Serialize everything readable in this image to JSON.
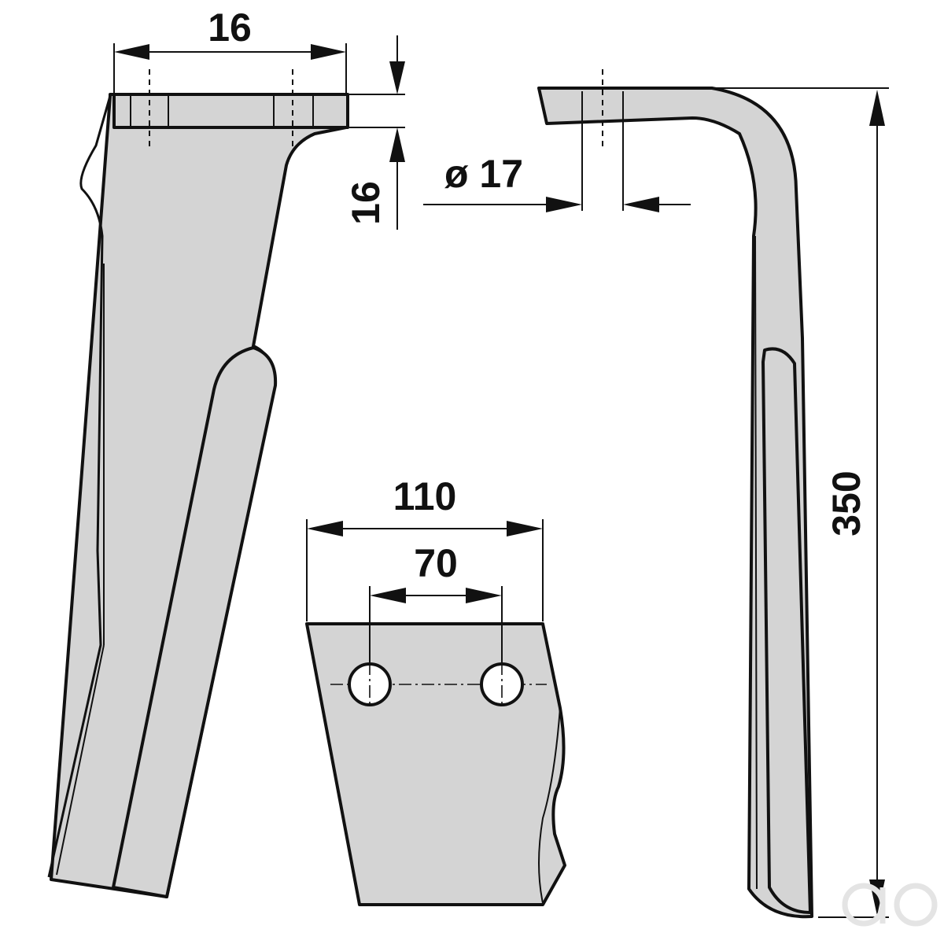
{
  "dimensions": {
    "top_width": "16",
    "thickness": "16",
    "hole_diameter": "ø 17",
    "plate_width": "110",
    "hole_spacing": "70",
    "length": "350"
  },
  "colors": {
    "part_fill": "#d4d4d4",
    "outline": "#111111",
    "background": "#ffffff",
    "logo": "#e4e4e4"
  },
  "watermark": "ao"
}
